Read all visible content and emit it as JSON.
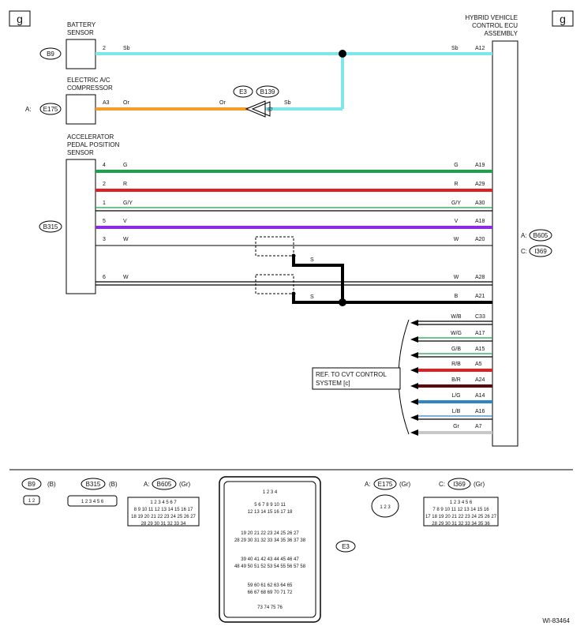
{
  "corner_tag": "g",
  "ecu": {
    "title": [
      "HYBRID VEHICLE",
      "CONTROL ECU",
      "ASSEMBLY"
    ],
    "connectors": [
      {
        "prefix": "A:",
        "id": "B605"
      },
      {
        "prefix": "C:",
        "id": "I369"
      }
    ]
  },
  "components": {
    "battery": {
      "title": [
        "BATTERY",
        "SENSOR"
      ],
      "connector": "B9"
    },
    "ac": {
      "title": [
        "ELECTRIC A/C",
        "COMPRESSOR"
      ],
      "prefix": "A:",
      "connector": "E175"
    },
    "apps": {
      "title": [
        "ACCELERATOR",
        "PEDAL POSITION",
        "SENSOR"
      ],
      "connector": "B315"
    }
  },
  "wires_top": [
    {
      "pin": "2",
      "color": "Sb",
      "ecu_color": "Sb",
      "ecu_pin": "A12"
    },
    {
      "pin": "A3",
      "color": "Or",
      "joint_color": "Sb"
    }
  ],
  "joint": {
    "connector_a": "E3",
    "connector_b": "B139",
    "pin": "57"
  },
  "apps_wires": [
    {
      "pin": "4",
      "color": "G",
      "ecu_color": "G",
      "ecu_pin": "A19",
      "hex": "#1aa24a",
      "style": "solid"
    },
    {
      "pin": "2",
      "color": "R",
      "ecu_color": "R",
      "ecu_pin": "A29",
      "hex": "#e02020",
      "style": "solid"
    },
    {
      "pin": "1",
      "color": "G/Y",
      "ecu_color": "G/Y",
      "ecu_pin": "A30",
      "hex": "#1aa24a",
      "style": "double"
    },
    {
      "pin": "5",
      "color": "V",
      "ecu_color": "V",
      "ecu_pin": "A18",
      "hex": "#8a2be2",
      "style": "solid"
    },
    {
      "pin": "3",
      "color": "W",
      "ecu_color": "W",
      "ecu_pin": "A20",
      "hex": "#000000",
      "style": "thin"
    },
    {
      "pin": "6",
      "color": "W",
      "ecu_color": "W",
      "ecu_pin": "A28",
      "hex": "#000000",
      "style": "double"
    },
    {
      "pin": "",
      "color": "",
      "ecu_color": "B",
      "ecu_pin": "A21",
      "hex": "#000000",
      "style": "thick"
    }
  ],
  "shield": {
    "label": "S"
  },
  "cvt_wires": [
    {
      "color": "W/B",
      "pin": "C33",
      "hex": "#000000",
      "style": "double"
    },
    {
      "color": "W/G",
      "pin": "A17",
      "hex": "#1aa24a",
      "style": "double"
    },
    {
      "color": "G/B",
      "pin": "A15",
      "hex": "#1aa24a",
      "style": "double"
    },
    {
      "color": "R/B",
      "pin": "A5",
      "hex": "#e02020",
      "style": "solid"
    },
    {
      "color": "B/R",
      "pin": "A24",
      "hex": "#5a0a0a",
      "style": "solid"
    },
    {
      "color": "L/G",
      "pin": "A14",
      "hex": "#2f86c4",
      "style": "solid"
    },
    {
      "color": "L/B",
      "pin": "A16",
      "hex": "#2f86c4",
      "style": "double"
    },
    {
      "color": "Gr",
      "pin": "A7",
      "hex": "#c8c8c8",
      "style": "solid"
    }
  ],
  "cvt_ref": [
    "REF. TO CVT CONTROL",
    "SYSTEM [c]"
  ],
  "faces": [
    {
      "id": "B9",
      "suffix": "(B)",
      "pins": "1 2"
    },
    {
      "id": "B315",
      "suffix": "(B)",
      "pins": "1 2 3 4 5 6"
    },
    {
      "prefix": "A:",
      "id": "B605",
      "suffix": "(Gr)",
      "rows": [
        "1 2 3 4 5 6 7",
        "8 9 10 11 12 13 14 15 16 17",
        "18 19 20 21 22 23 24 25 26 27",
        "28 29 30 31 32 33 34"
      ]
    },
    {
      "id": "E3",
      "rows": [
        "1 2 3 4",
        "5 6 7 8 9 10 11",
        "12 13 14 15 16 17 18",
        "19 20 21 22 23 24 25 26 27",
        "28 29 30 31 32 33 34 35 36 37 38",
        "39 40 41 42 43 44 45 46 47",
        "48 49 50 51 52 53 54 55 56 57 58",
        "59 60 61 62 63 64 65",
        "66 67 68 69 70 71 72",
        "73 74 75 76"
      ]
    },
    {
      "prefix": "A:",
      "id": "E175",
      "suffix": "(Gr)",
      "pins": "1 2 3"
    },
    {
      "prefix": "C:",
      "id": "I369",
      "suffix": "(Gr)",
      "rows": [
        "1 2 3 4 5 6",
        "7 8 9 10 11 12 13 14 15 16",
        "17 18 19 20 21 22 23 24 25 26 27",
        "28 29 30 31 32 33 34 35 36"
      ]
    }
  ],
  "diagram_code": "WI-83464"
}
